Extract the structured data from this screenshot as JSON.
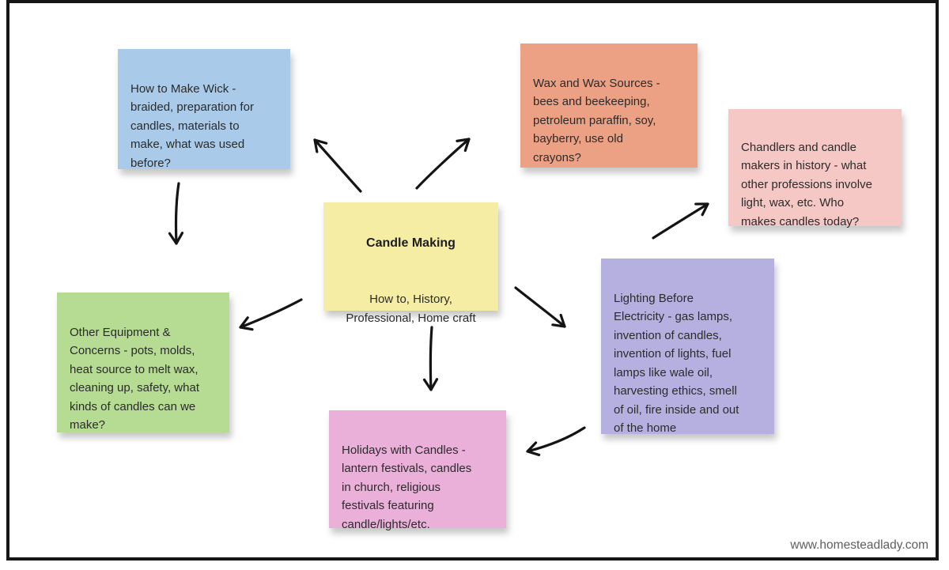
{
  "diagram": {
    "title_node": {
      "title": "Candle Making",
      "body": "How to, History,\nProfessional, Home craft",
      "color": "#f6eda4"
    },
    "nodes": {
      "wick": {
        "text": "How to Make Wick -\nbraided, preparation for\ncandles, materials to\nmake, what was used\nbefore?",
        "color": "#a9cbe9"
      },
      "wax": {
        "text": "Wax and Wax Sources -\nbees and beekeeping,\npetroleum paraffin, soy,\nbayberry, use old\ncrayons?",
        "color": "#eca184"
      },
      "chandlers": {
        "text": "Chandlers and candle\nmakers in history - what\nother professions involve\nlight, wax, etc. Who\nmakes candles today?",
        "color": "#f6c8c5"
      },
      "lighting": {
        "text": "Lighting Before\nElectricity - gas lamps,\ninvention of candles,\ninvention of lights, fuel\nlamps like wale oil,\nharvesting ethics, smell\nof oil, fire inside and out\nof the home",
        "color": "#b6b0e1"
      },
      "equipment": {
        "text": "Other Equipment &\nConcerns - pots, molds,\nheat source to melt wax,\ncleaning up, safety, what\nkinds of candles can we\nmake?",
        "color": "#b6db93"
      },
      "holidays": {
        "text": "Holidays with Candles -\nlantern festivals, candles\nin church, religious\nfestivals featuring\ncandle/lights/etc.",
        "color": "#eab0da"
      }
    },
    "connections": [
      {
        "from": "center",
        "to": "wick"
      },
      {
        "from": "center",
        "to": "wax"
      },
      {
        "from": "wick",
        "to": "equipment"
      },
      {
        "from": "center",
        "to": "equipment"
      },
      {
        "from": "center",
        "to": "holidays"
      },
      {
        "from": "center",
        "to": "lighting"
      },
      {
        "from": "lighting",
        "to": "chandlers"
      },
      {
        "from": "lighting",
        "to": "holidays"
      }
    ],
    "arrow_color": "#141414",
    "watermark": "www.homesteadlady.com"
  }
}
